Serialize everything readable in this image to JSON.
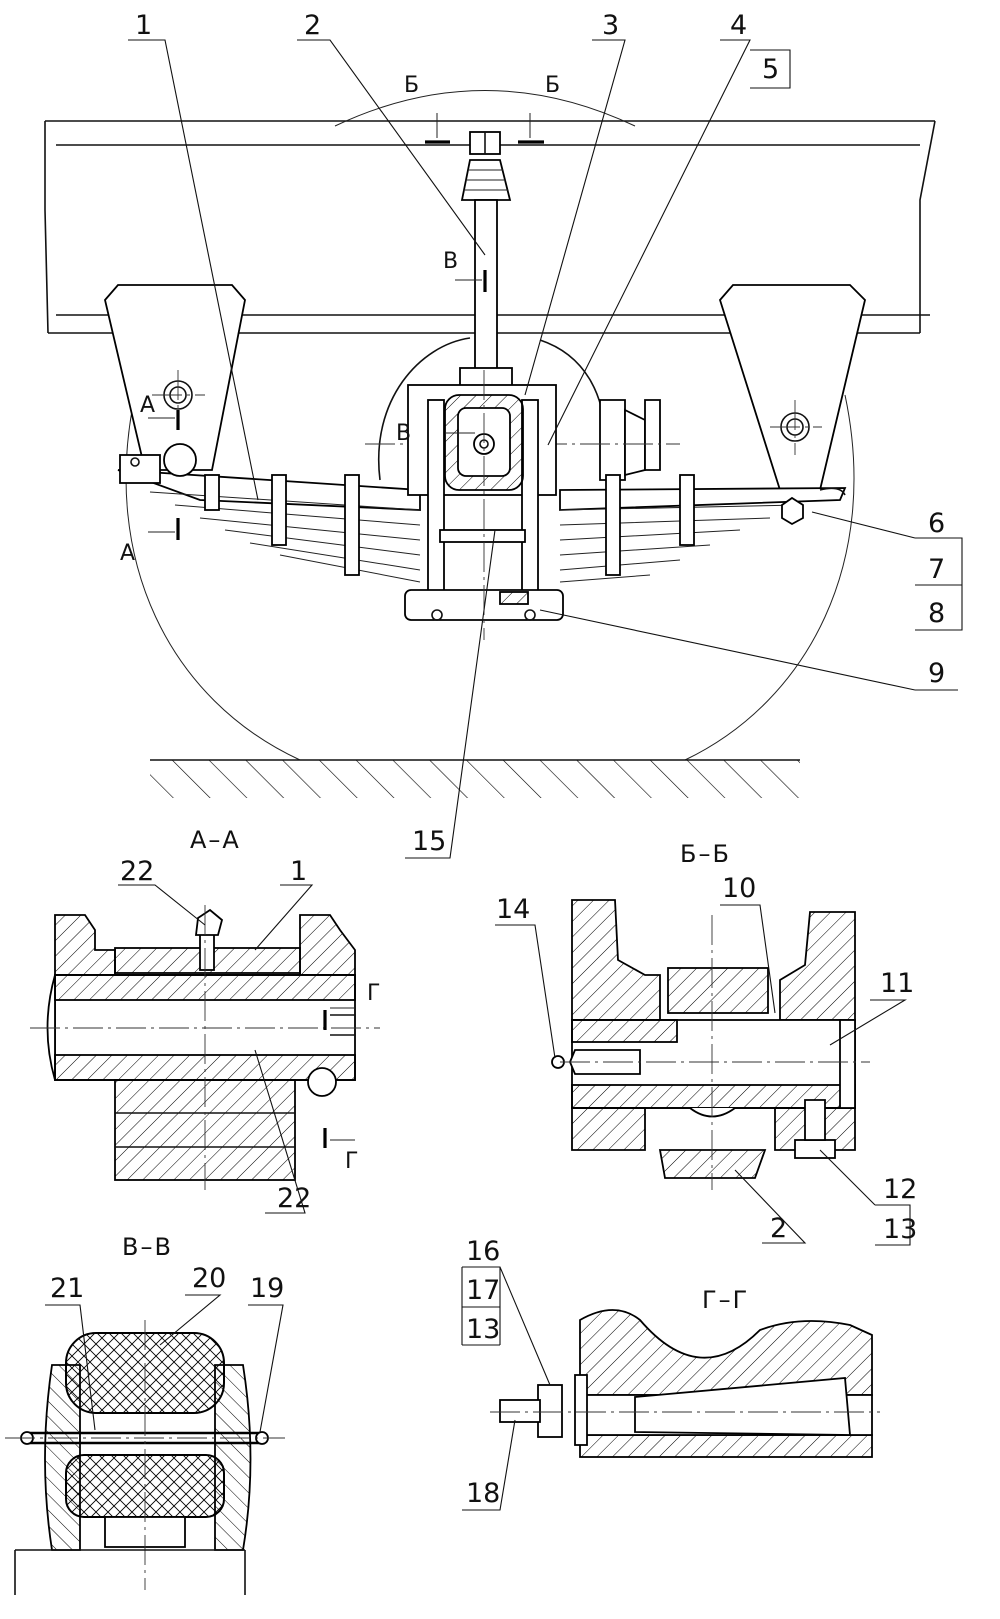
{
  "callouts": [
    "1",
    "2",
    "3",
    "4",
    "5",
    "6",
    "7",
    "8",
    "9",
    "15"
  ],
  "section_markers": {
    "a": "А",
    "b": "Б",
    "v": "В",
    "g": "Г"
  },
  "sections": {
    "aa": {
      "title": "А–А",
      "callouts": [
        "22",
        "1",
        "22"
      ]
    },
    "bb": {
      "title": "Б–Б",
      "callouts": [
        "14",
        "10",
        "11",
        "12",
        "13",
        "2"
      ]
    },
    "vv": {
      "title": "В–В",
      "callouts": [
        "21",
        "20",
        "19"
      ]
    },
    "gg": {
      "title": "Г–Г",
      "callouts": [
        "16",
        "17",
        "13",
        "18"
      ]
    }
  }
}
